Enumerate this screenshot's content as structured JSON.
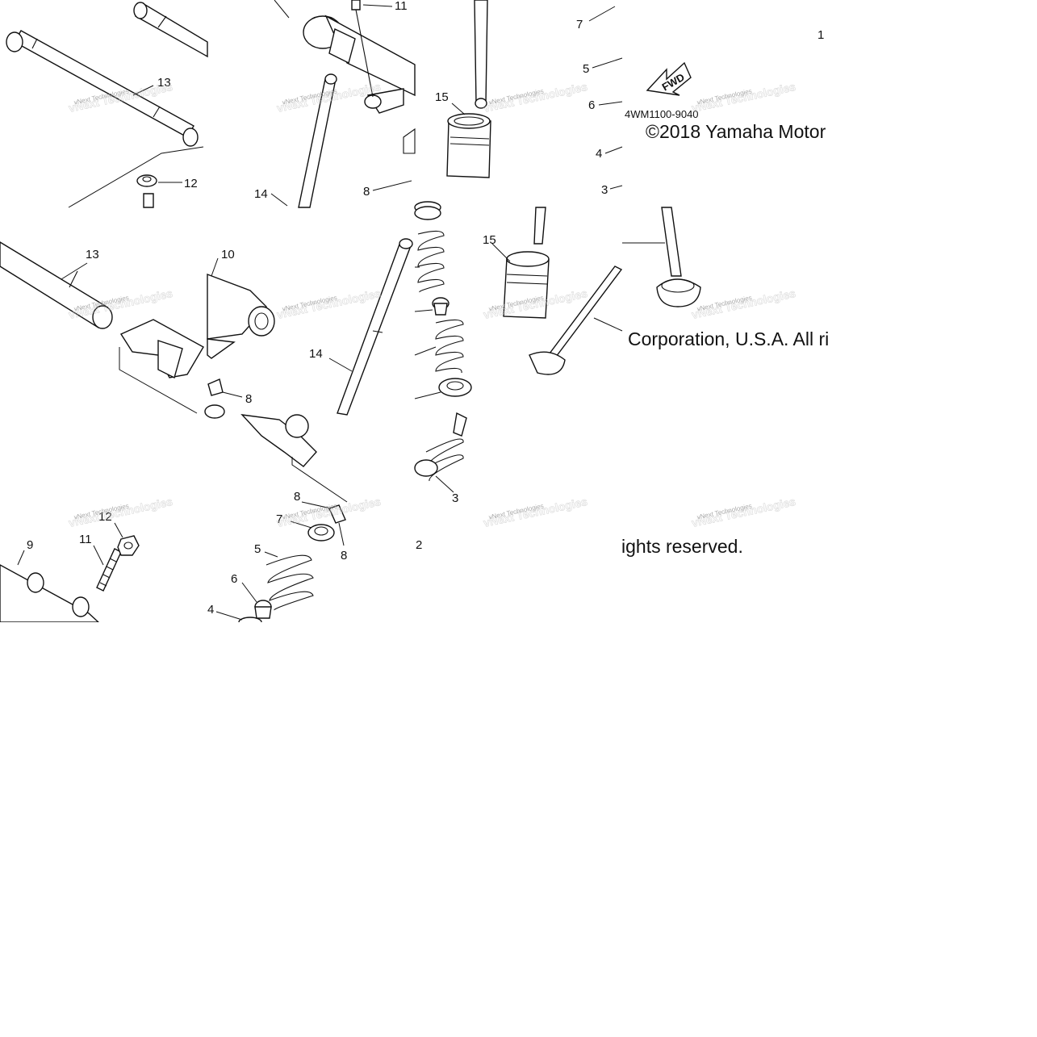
{
  "diagram": {
    "callouts": {
      "c1": "1",
      "c2": "2",
      "c3a": "3",
      "c3b": "3",
      "c4a": "4",
      "c4b": "4",
      "c5a": "5",
      "c5b": "5",
      "c6a": "6",
      "c6b": "6",
      "c7a": "7",
      "c7b": "7",
      "c8a": "8",
      "c8b": "8",
      "c8c": "8",
      "c8d": "8",
      "c9": "9",
      "c10": "10",
      "c11a": "11",
      "c11b": "11",
      "c12a": "12",
      "c12b": "12",
      "c13a": "13",
      "c13b": "13",
      "c14a": "14",
      "c14b": "14",
      "c15a": "15",
      "c15b": "15"
    },
    "fwd_label": "FWD",
    "diagram_code": "4WM1100-9040",
    "copyright": {
      "line1": "©2018 Yamaha Motor",
      "line2": "Corporation, U.S.A. All ri",
      "line3": "ights reserved."
    },
    "watermark": {
      "text": "vNext Technologies"
    }
  }
}
